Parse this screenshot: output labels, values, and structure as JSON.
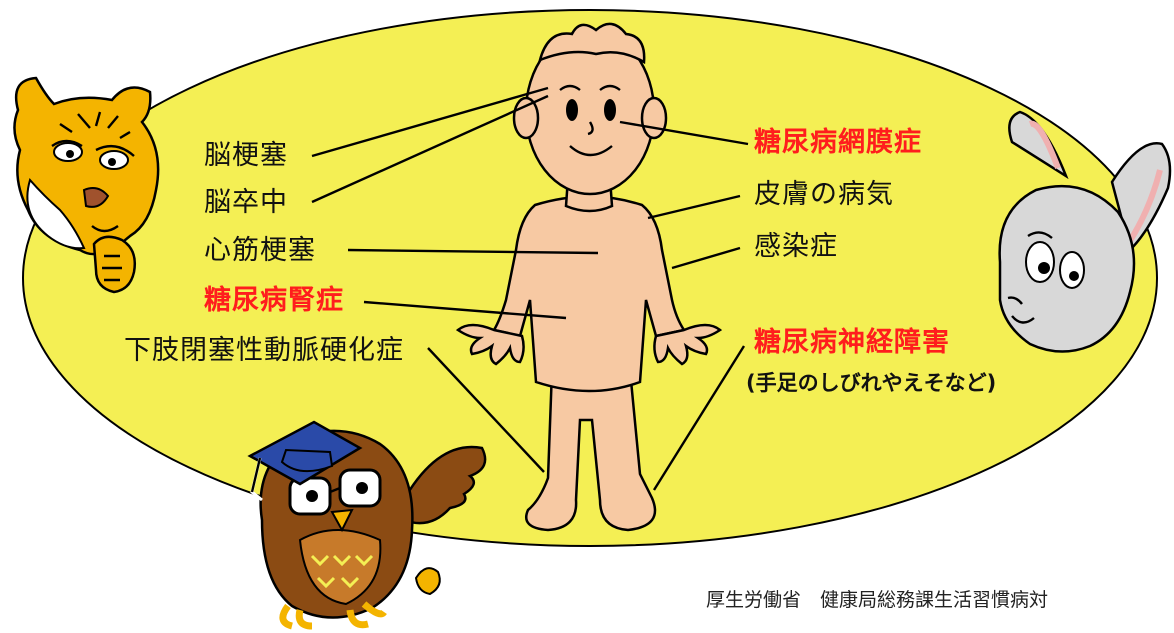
{
  "colors": {
    "ellipse_fill": "#f4ef54",
    "skin": "#f7c9a3",
    "outline": "#000000",
    "highlight_text": "#ff1d1d",
    "normal_text": "#111111",
    "tiger_orange": "#f4b400",
    "owl_brown": "#8b4b13",
    "cap_blue": "#2a4aa8",
    "rabbit_gray": "#d8d8d8"
  },
  "labels": {
    "left": {
      "cerebral_infarction": "脳梗塞",
      "stroke": "脳卒中",
      "myocardial_infarction": "心筋梗塞",
      "diabetic_nephropathy": "糖尿病腎症",
      "arteriosclerosis_obliterans": "下肢閉塞性動脈硬化症"
    },
    "right": {
      "diabetic_retinopathy": "糖尿病網膜症",
      "skin_disease": "皮膚の病気",
      "infection": "感染症",
      "diabetic_neuropathy": "糖尿病神経障害",
      "neuropathy_note": "(手足のしびれやえそなど)"
    }
  },
  "highlighted": [
    "diabetic_retinopathy",
    "diabetic_nephropathy",
    "diabetic_neuropathy"
  ],
  "characters": [
    "tiger-icon",
    "rabbit-icon",
    "owl-icon",
    "boy-figure"
  ],
  "credit": "厚生労働省　健康局総務課生活習慣病対"
}
